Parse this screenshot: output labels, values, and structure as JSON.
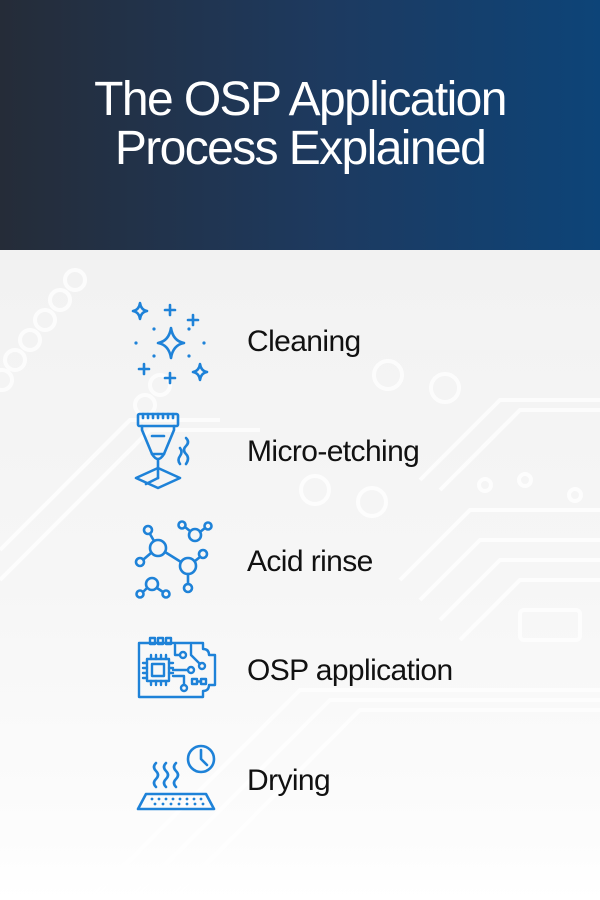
{
  "header": {
    "title_line1": "The OSP Application",
    "title_line2": "Process Explained"
  },
  "colors": {
    "header_gradient_start": "#252c38",
    "header_gradient_end": "#0d4478",
    "icon_blue": "#1e82d8",
    "text": "#111111",
    "background": "#f5f5f5"
  },
  "steps": [
    {
      "label": "Cleaning",
      "icon": "sparkles-icon"
    },
    {
      "label": "Micro-etching",
      "icon": "laser-etching-icon"
    },
    {
      "label": "Acid rinse",
      "icon": "molecule-icon"
    },
    {
      "label": "OSP application",
      "icon": "circuit-board-icon"
    },
    {
      "label": "Drying",
      "icon": "heating-timer-icon"
    }
  ]
}
